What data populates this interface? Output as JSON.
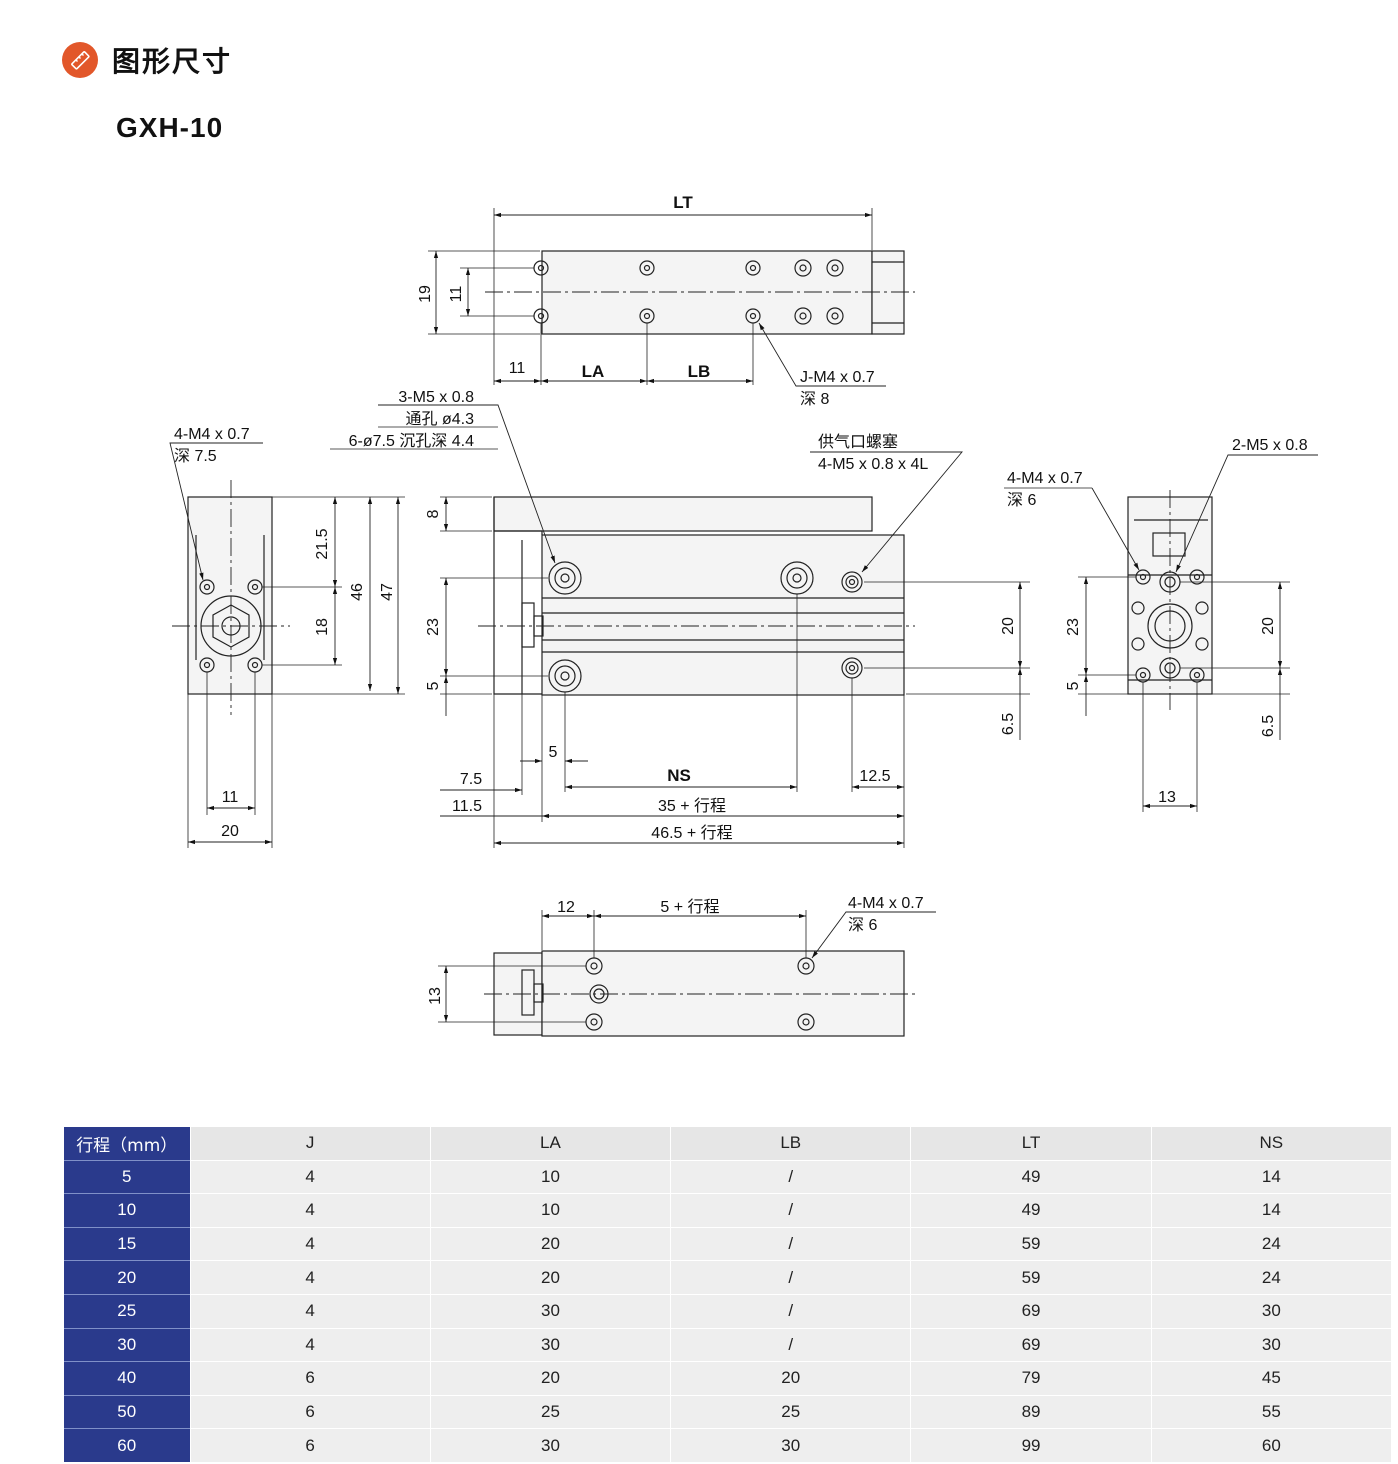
{
  "header": {
    "title": "图形尺寸",
    "icon": "ruler-icon",
    "accent_color": "#e2572a"
  },
  "model": "GXH-10",
  "drawing": {
    "top_view": {
      "lt": "LT",
      "h19": "19",
      "h11": "11",
      "d11": "11",
      "la": "LA",
      "lb": "LB",
      "thread": "J-M4 x 0.7",
      "depth": "深 8"
    },
    "left_view": {
      "thread": "4-M4 x 0.7",
      "depth": "深 7.5",
      "d21_5": "21.5",
      "d46": "46",
      "d47": "47",
      "d18": "18",
      "d11": "11",
      "d20": "20"
    },
    "front_view": {
      "note1": "3-M5 x 0.8",
      "note2": "通孔 ø4.3",
      "note3": "6-ø7.5 沉孔深 4.4",
      "port1": "供气口螺塞",
      "port2": "4-M5 x 0.8 x 4L",
      "d8": "8",
      "d23": "23",
      "d5": "5",
      "d20": "20",
      "d6_5": "6.5",
      "d5h": "5",
      "d7_5": "7.5",
      "ns": "NS",
      "d12_5": "12.5",
      "d11_5": "11.5",
      "len1": "35 + 行程",
      "len2": "46.5 + 行程"
    },
    "right_view": {
      "thread": "4-M4 x 0.7",
      "depth": "深 6",
      "thread2": "2-M5 x 0.8",
      "d23": "23",
      "d5": "5",
      "d20": "20",
      "d6_5": "6.5",
      "d13": "13"
    },
    "bottom_view": {
      "d12": "12",
      "stroke": "5 + 行程",
      "thread": "4-M4 x 0.7",
      "depth": "深 6",
      "d13": "13"
    }
  },
  "table": {
    "headers": [
      "行程（mm）",
      "J",
      "LA",
      "LB",
      "LT",
      "NS"
    ],
    "rows": [
      [
        "5",
        "4",
        "10",
        "/",
        "49",
        "14"
      ],
      [
        "10",
        "4",
        "10",
        "/",
        "49",
        "14"
      ],
      [
        "15",
        "4",
        "20",
        "/",
        "59",
        "24"
      ],
      [
        "20",
        "4",
        "20",
        "/",
        "59",
        "24"
      ],
      [
        "25",
        "4",
        "30",
        "/",
        "69",
        "30"
      ],
      [
        "30",
        "4",
        "30",
        "/",
        "69",
        "30"
      ],
      [
        "40",
        "6",
        "20",
        "20",
        "79",
        "45"
      ],
      [
        "50",
        "6",
        "25",
        "25",
        "89",
        "55"
      ],
      [
        "60",
        "6",
        "30",
        "30",
        "99",
        "60"
      ]
    ],
    "header_color": "#2a3a8c"
  }
}
